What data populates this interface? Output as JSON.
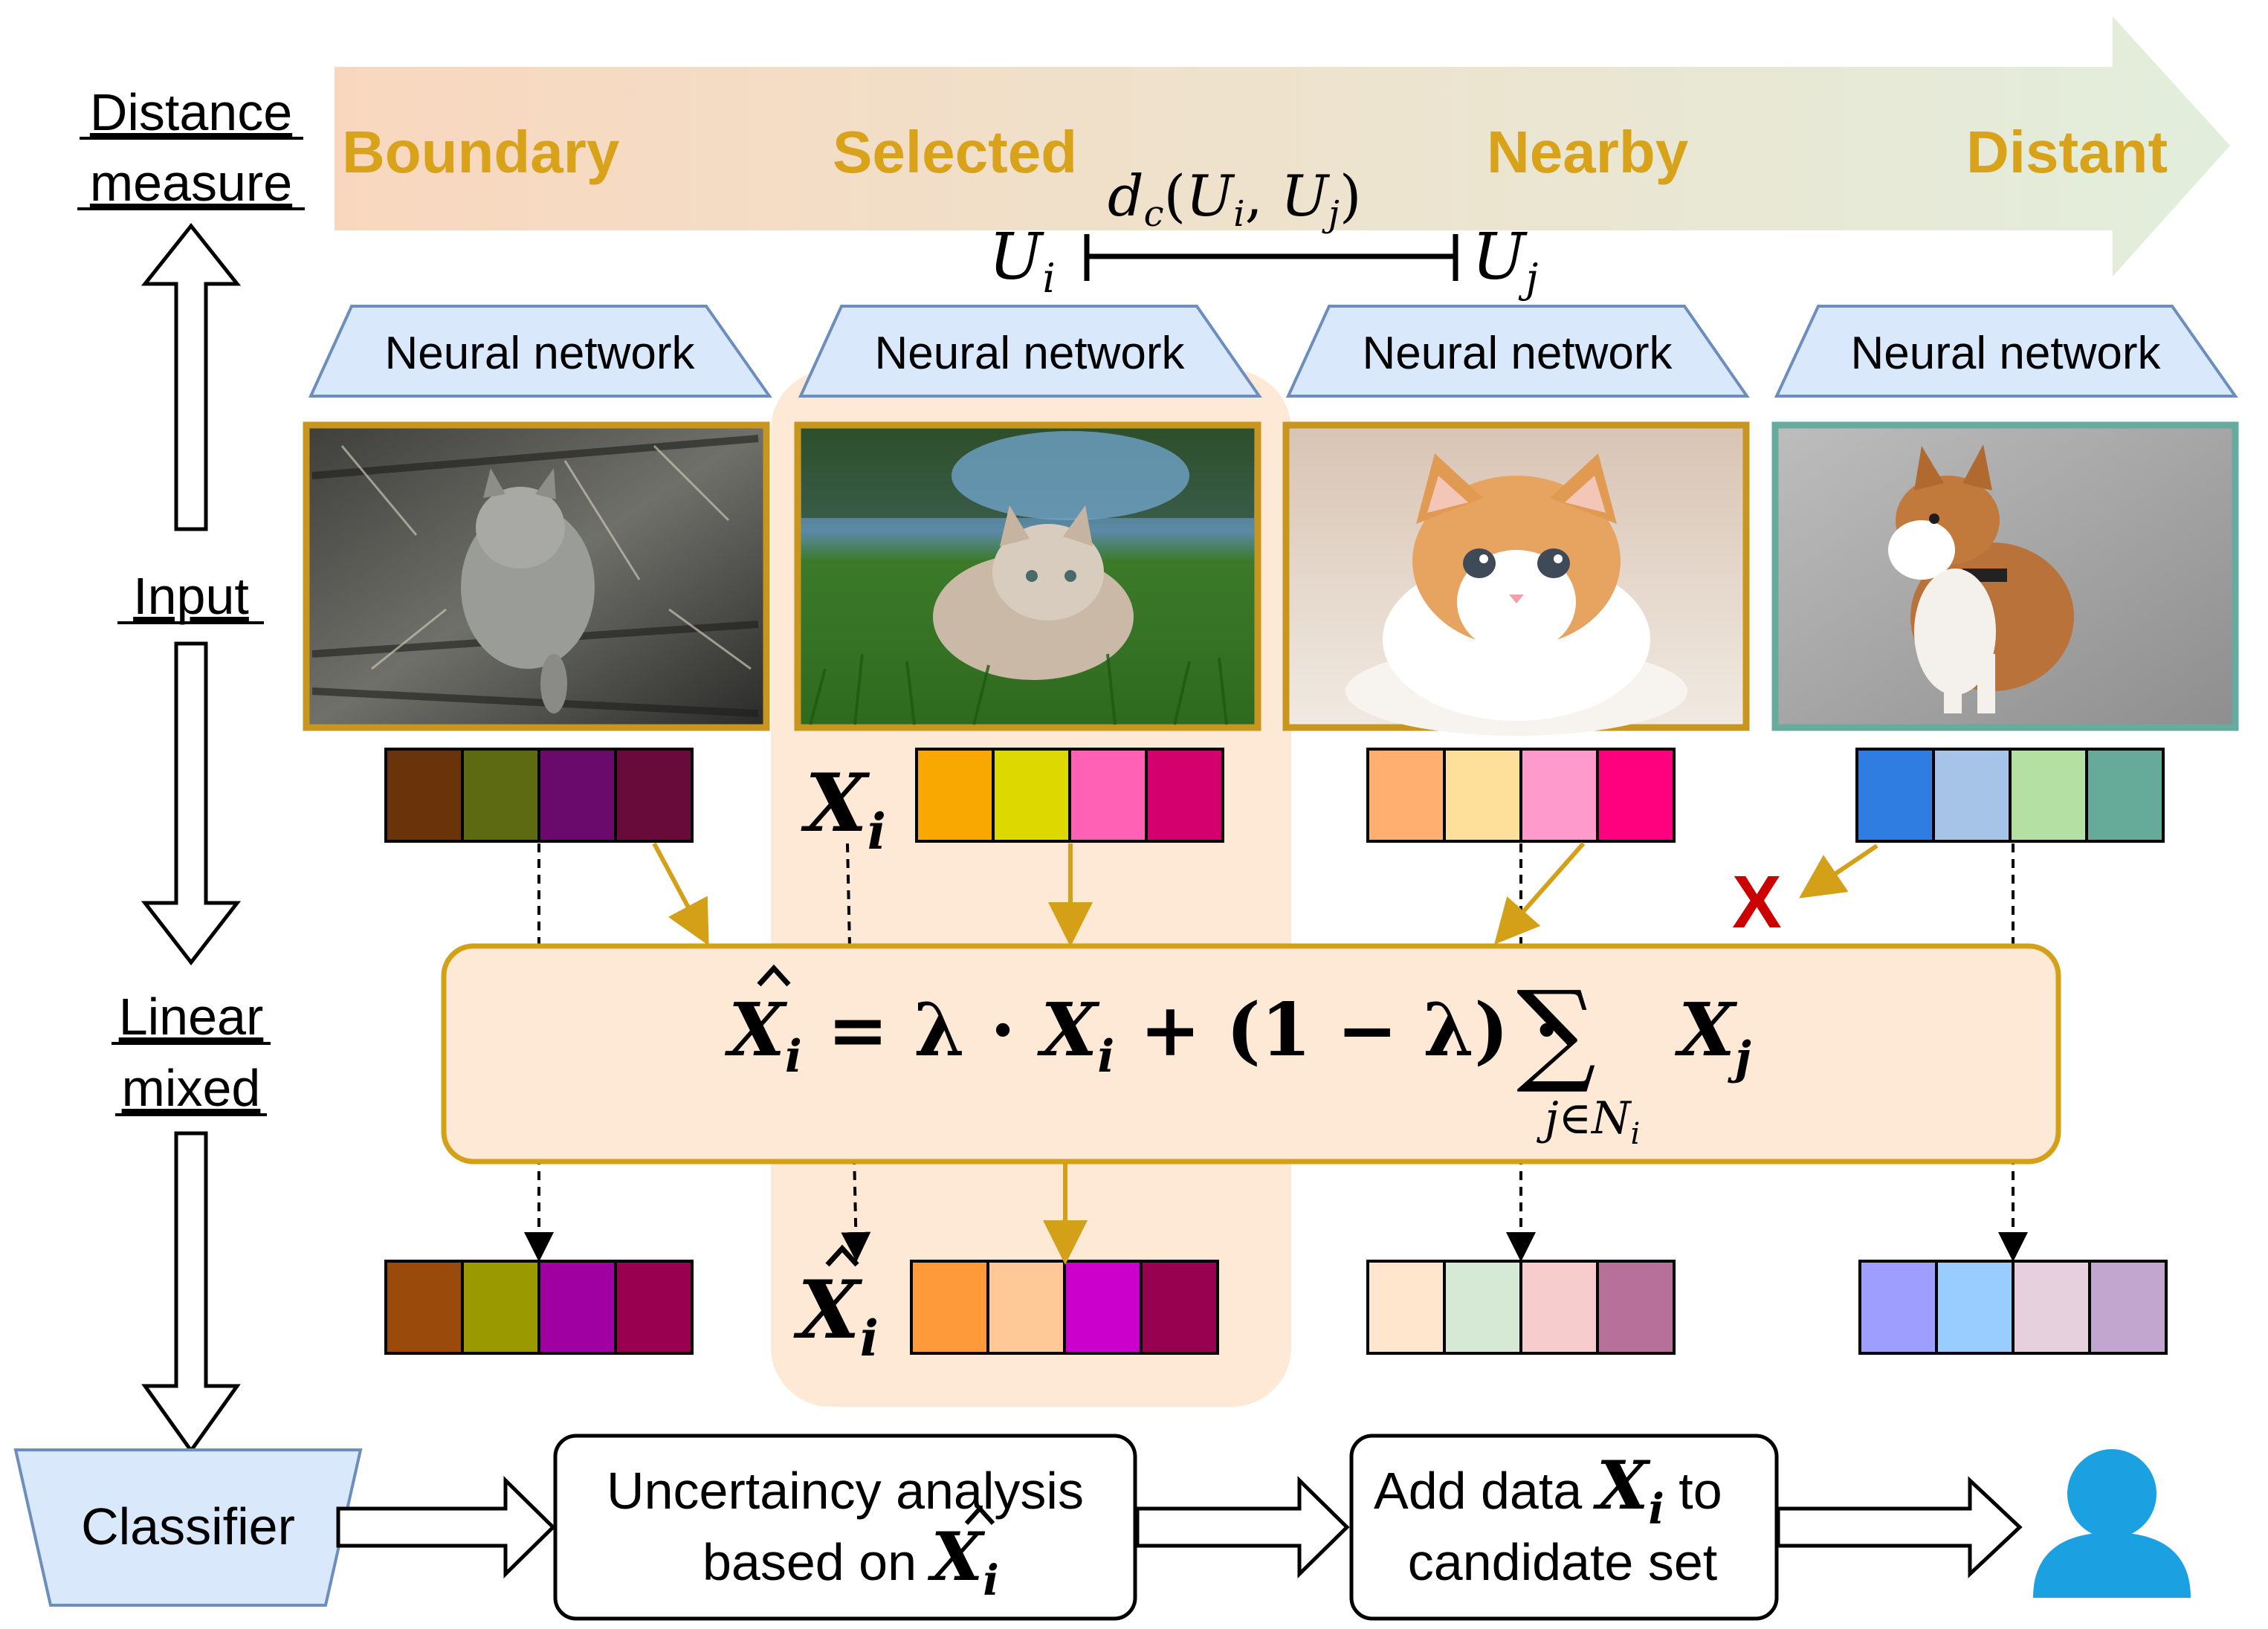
{
  "left_labels": {
    "distance_line1": "Distance",
    "distance_line2": "measure",
    "input": "Input",
    "linear_line1": "Linear",
    "linear_line2": "mixed",
    "classifier": "Classifier"
  },
  "top_arrow": {
    "labels": [
      "Boundary",
      "Selected",
      "Nearby",
      "Distant"
    ],
    "label_color": "#D9A21B",
    "gradient_start": "#F9D7BE",
    "gradient_end": "#E2EEDC"
  },
  "distance_notation": {
    "dc": "d",
    "dc_sub": "c",
    "ui": "U",
    "ui_sub": "i",
    "uj": "U",
    "uj_sub": "j"
  },
  "columns": [
    {
      "network_label": "Neural network",
      "image_subject": "tabby-kitten-in-logs",
      "frame_color": "#C8961E",
      "features": [
        "#6B3309",
        "#5E6A12",
        "#6A0A6C",
        "#680A3A"
      ],
      "mixed_features": [
        "#9A4A0A",
        "#9A9A00",
        "#A000A2",
        "#9A0050"
      ]
    },
    {
      "network_label": "Neural network",
      "image_subject": "kitten-on-grass",
      "frame_color": "#C8961E",
      "features": [
        "#F8A800",
        "#DCD800",
        "#FF62B4",
        "#D4006E"
      ],
      "mixed_features": [
        "#FF9A3A",
        "#FFC896",
        "#CC00CC",
        "#980050"
      ]
    },
    {
      "network_label": "Neural network",
      "image_subject": "orange-white-kitten",
      "frame_color": "#C8961E",
      "features": [
        "#FFB070",
        "#FFE09A",
        "#FF9ACC",
        "#FF007E"
      ],
      "mixed_features": [
        "#FFE6CC",
        "#D6E9D4",
        "#F6CCCC",
        "#B6709A"
      ]
    },
    {
      "network_label": "Neural network",
      "image_subject": "corgi-puppy",
      "frame_color": "#67AB9F",
      "features": [
        "#2F7DE0",
        "#A6C4E8",
        "#B4E0A4",
        "#66AA9A"
      ],
      "mixed_features": [
        "#9E9EFF",
        "#99CCFF",
        "#E6D0DE",
        "#C3A6D0"
      ]
    }
  ],
  "feature_symbols": {
    "x": "X",
    "x_sub": "i",
    "xhat": "X",
    "xhat_sub": "i"
  },
  "reject_mark": "X",
  "formula": {
    "lhs": "X",
    "lhs_sub": "i",
    "eq": " = λ · ",
    "x": "X",
    "x_sub": "i",
    "mid": " + (1 − λ) · ",
    "sum": "∑",
    "sum_sub": "j∈N",
    "sum_sub_sub": "i",
    "xj": "X",
    "xj_sub": "j"
  },
  "pipeline": {
    "uncertainty_line1": "Uncertaincy analysis",
    "uncertainty_line2": "based on ",
    "uncertainty_sym": "X",
    "uncertainty_sym_sub": "i",
    "add_line1": "Add data ",
    "add_sym": "X",
    "add_sym_sub": "i",
    "add_line1_end": " to",
    "add_line2": "candidate set"
  },
  "colors": {
    "gold": "#D4A017",
    "gold_dark": "#C8961E",
    "panel_fill": "#FDE9D6",
    "network_fill": "#DAE8FC",
    "network_stroke": "#6C8EBF",
    "reject_red": "#CC0000",
    "user_icon": "#1BA1E2"
  },
  "icons": {
    "user": "user-icon"
  }
}
